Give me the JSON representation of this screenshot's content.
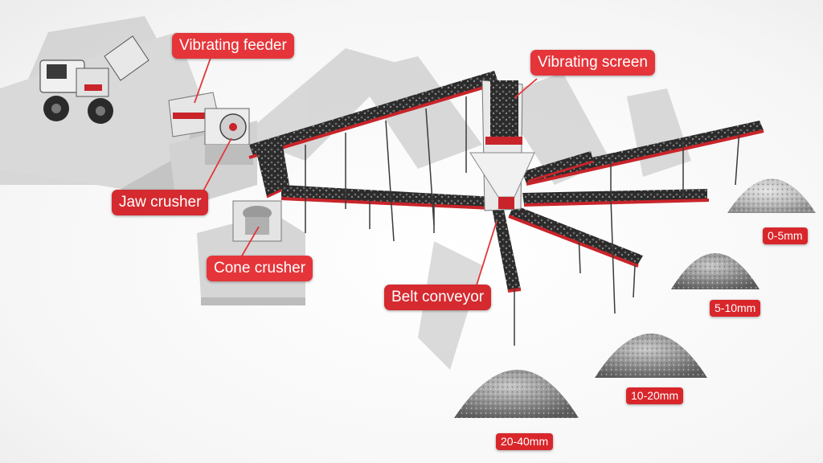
{
  "labels": {
    "vibrating_feeder": "Vibrating feeder",
    "vibrating_screen": "Vibrating screen",
    "jaw_crusher": "Jaw crusher",
    "cone_crusher": "Cone crusher",
    "belt_conveyor": "Belt conveyor"
  },
  "products": {
    "p0_5": "0-5mm",
    "p5_10": "5-10mm",
    "p10_20": "10-20mm",
    "p20_40": "20-40mm"
  },
  "colors": {
    "label_red": "#e5353a",
    "belt_red": "#c8242a",
    "belt_dark": "#2a2a2a",
    "steel_grey": "#cfcfcf"
  }
}
